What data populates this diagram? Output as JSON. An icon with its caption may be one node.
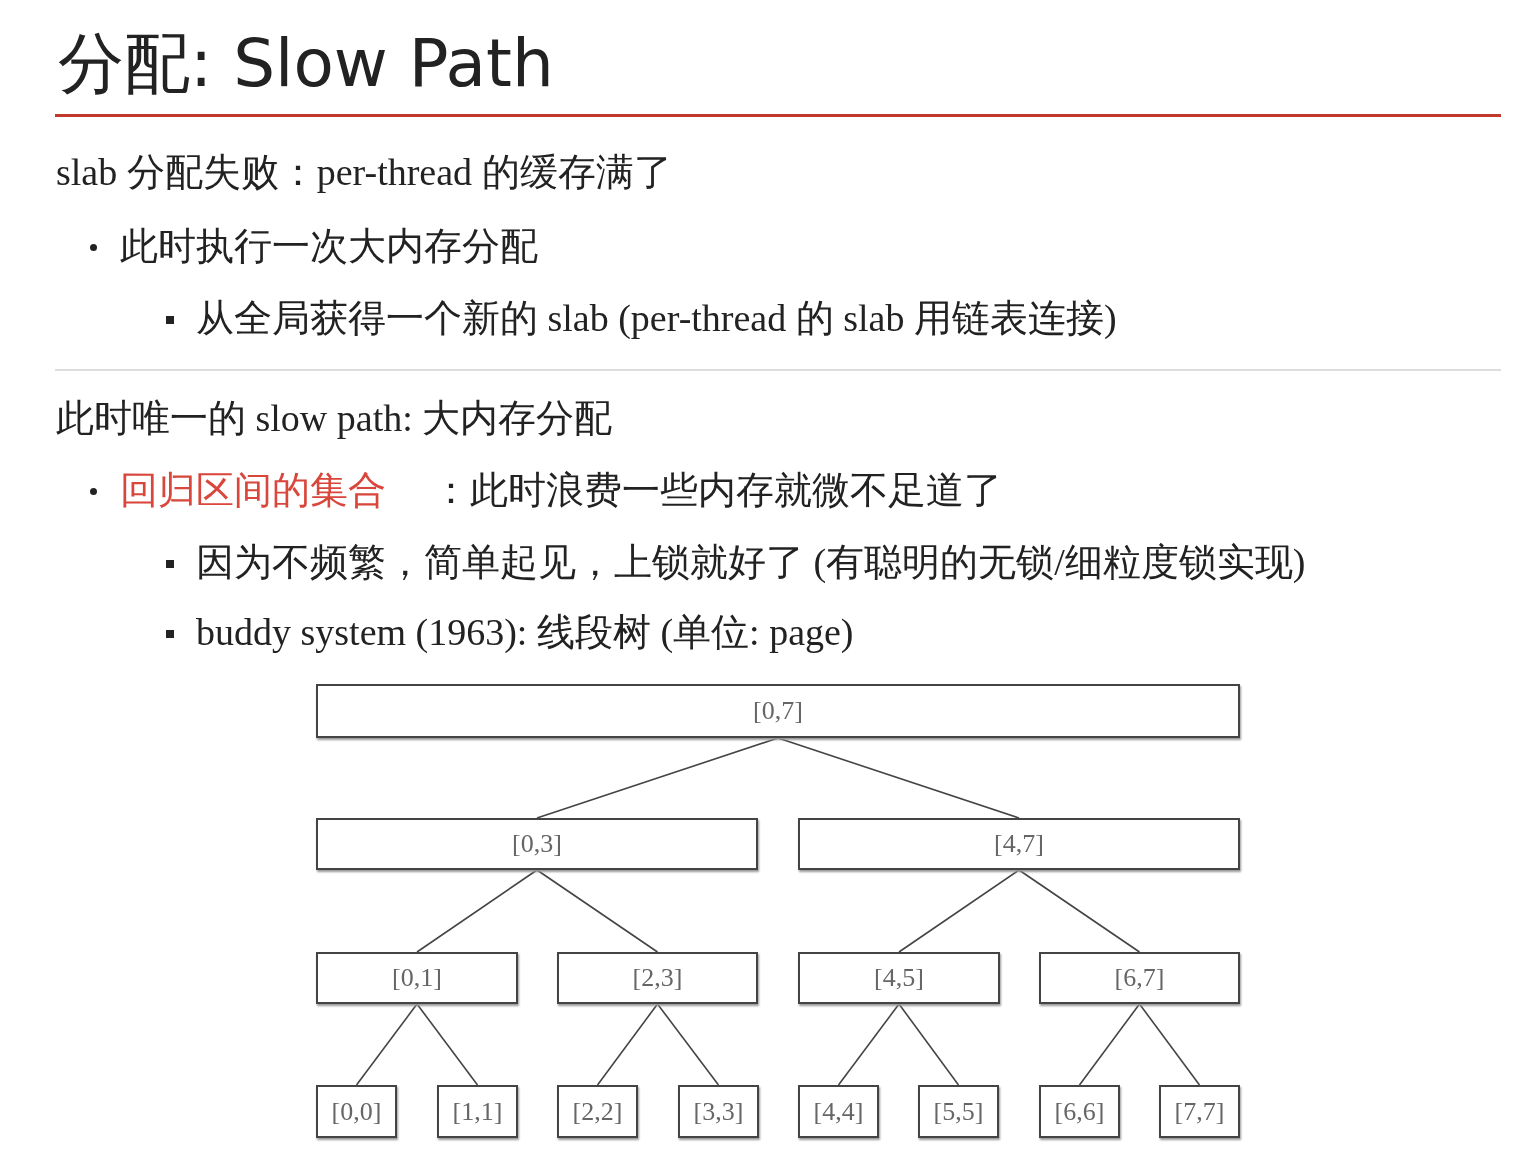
{
  "diagram": {
    "title": "分配: Slow Path",
    "nodes": [
      {
        "text": [
          "[0,7]"
        ]
      },
      {
        "text": [
          "[0,3]"
        ]
      },
      {
        "text": [
          "[4,7]"
        ]
      },
      {
        "text": [
          "[0,1]"
        ]
      },
      {
        "text": [
          "[2,3]"
        ]
      },
      {
        "text": [
          "[4,5]"
        ]
      },
      {
        "text": [
          "[6,7]"
        ]
      },
      {
        "text": [
          "[0,0]"
        ]
      },
      {
        "text": [
          "[1,1]"
        ]
      },
      {
        "text": [
          "[2,2]"
        ]
      },
      {
        "text": [
          "[3,3]"
        ]
      },
      {
        "text": [
          "[4,4]"
        ]
      },
      {
        "text": [
          "[5,5]"
        ]
      },
      {
        "text": [
          "[6,6]"
        ]
      },
      {
        "text": [
          "[7,7]"
        ]
      }
    ],
    "edges": [
      {
        "from": 0,
        "to": 1,
        "arrow": "none"
      },
      {
        "from": 0,
        "to": 2,
        "arrow": "none"
      },
      {
        "from": 1,
        "to": 3,
        "arrow": "none"
      },
      {
        "from": 1,
        "to": 4,
        "arrow": "none"
      },
      {
        "from": 2,
        "to": 5,
        "arrow": "none"
      },
      {
        "from": 2,
        "to": 6,
        "arrow": "none"
      },
      {
        "from": 3,
        "to": 7,
        "arrow": "none"
      },
      {
        "from": 3,
        "to": 8,
        "arrow": "none"
      },
      {
        "from": 4,
        "to": 9,
        "arrow": "none"
      },
      {
        "from": 4,
        "to": 10,
        "arrow": "none"
      },
      {
        "from": 5,
        "to": 11,
        "arrow": "none"
      },
      {
        "from": 5,
        "to": 12,
        "arrow": "none"
      },
      {
        "from": 6,
        "to": 13,
        "arrow": "none"
      },
      {
        "from": 6,
        "to": 14,
        "arrow": "none"
      }
    ],
    "labels": [
      "slab 分配失败：per-thread 的缓存满了",
      "此时执行一次大内存分配",
      "从全局获得一个新的 slab (per-thread 的 slab 用链表连接)",
      "此时唯一的 slow path: 大内存分配",
      "回归区间的集合",
      "：此时浪费一些内存就微不足道了",
      "因为不频繁，简单起见，上锁就好了 (有聪明的无锁/细粒度锁实现)",
      "buddy system (1963): 线段树 (单位: page)"
    ]
  }
}
